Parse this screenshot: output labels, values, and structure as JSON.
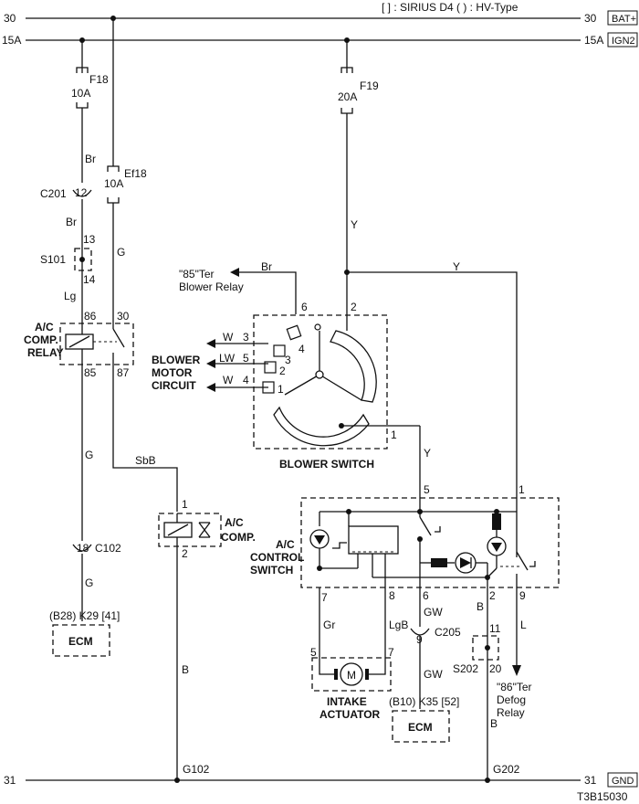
{
  "legend": "[ ] : SIRIUS D4  ( ) : HV-Type",
  "figure_id": "T3B15030",
  "rails": {
    "top_left": "30",
    "top_right": "30",
    "top_tag": "BAT+",
    "ign_left": "15A",
    "ign_right": "15A",
    "ign_tag": "IGN2",
    "bottom_left": "31",
    "bottom_right": "31",
    "bottom_tag": "GND"
  },
  "fuses": {
    "f18_name": "F18",
    "f18_rating": "10A",
    "ef18_name": "Ef18",
    "ef18_rating": "10A",
    "f19_name": "F19",
    "f19_rating": "20A"
  },
  "connectors": {
    "c201": "C201",
    "c201_pin": "12",
    "s101": "S101",
    "s101_top": "13",
    "s101_bottom": "14",
    "c102": "C102",
    "c102_pin": "18",
    "c205": "C205",
    "c205_pin": "9",
    "s202": "S202",
    "s202_top": "11",
    "s202_bottom": "20"
  },
  "wires": {
    "br": "Br",
    "lg": "Lg",
    "g": "G",
    "y": "Y",
    "sbb": "SbB",
    "b": "B",
    "w": "W",
    "lw": "LW",
    "gr": "Gr",
    "lgb": "LgB",
    "gw": "GW",
    "l": "L"
  },
  "ac_relay": {
    "label_1": "A/C",
    "label_2": "COMP.",
    "label_3": "RELAY",
    "pin_86": "86",
    "pin_30": "30",
    "pin_85": "85",
    "pin_87": "87"
  },
  "ac_comp": {
    "label_1": "A/C",
    "label_2": "COMP.",
    "pin_1": "1",
    "pin_2": "2"
  },
  "ecm_left": {
    "label": "ECM",
    "pin_ref": "(B28)  K29 [41]"
  },
  "ecm_right": {
    "label": "ECM",
    "pin_ref": "(B10)  K35 [52]"
  },
  "blower_relay_ref": {
    "line_1": "\"85\"Ter",
    "line_2": "Blower Relay"
  },
  "blower_motor": {
    "line_1": "BLOWER",
    "line_2": "MOTOR",
    "line_3": "CIRCUIT"
  },
  "blower_switch": {
    "label": "BLOWER SWITCH",
    "pins": {
      "p6": "6",
      "p2": "2",
      "p3a": "3",
      "p3b": "3",
      "p5": "5",
      "p4a": "4",
      "p4b": "4",
      "p2b": "2",
      "p1a": "1",
      "p1b": "1"
    }
  },
  "ac_control_switch": {
    "line_1": "A/C",
    "line_2": "CONTROL",
    "line_3": "SWITCH",
    "pins": {
      "p5": "5",
      "p1": "1",
      "p7": "7",
      "p8": "8",
      "p6": "6",
      "p2": "2",
      "p9": "9"
    }
  },
  "intake_actuator": {
    "line_1": "INTAKE",
    "line_2": "ACTUATOR",
    "pin_5": "5",
    "pin_7": "7",
    "motor": "M"
  },
  "defog_relay_ref": {
    "line_1": "\"86\"Ter",
    "line_2": "Defog",
    "line_3": "Relay"
  },
  "grounds": {
    "g102": "G102",
    "g202": "G202"
  }
}
